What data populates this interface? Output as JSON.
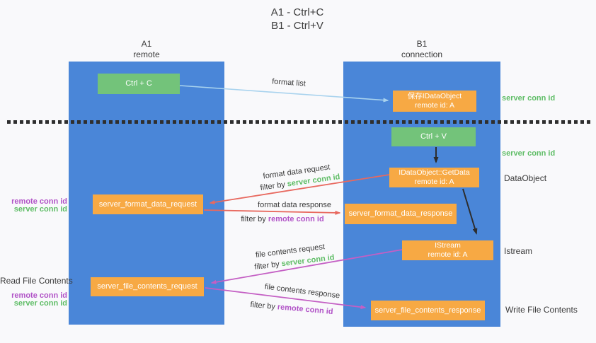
{
  "title": {
    "line1": "A1 - Ctrl+C",
    "line2": "B1 - Ctrl+V"
  },
  "lanes": {
    "left": {
      "title": "A1",
      "subtitle": "remote"
    },
    "right": {
      "title": "B1",
      "subtitle": "connection"
    }
  },
  "nodes": {
    "ctrl_c": {
      "label": "Ctrl + C"
    },
    "ctrl_v": {
      "label": "Ctrl + V"
    },
    "save_idataobject": {
      "line1": "保存IDataObject",
      "line2": "remote id: A"
    },
    "getdata": {
      "line1": "IDataObject::GetData",
      "line2": "remote id: A"
    },
    "istream": {
      "line1": "IStream",
      "line2": "remote id: A"
    },
    "server_format_data_request": {
      "label": "server_format_data_request"
    },
    "server_format_data_response": {
      "label": "server_format_data_response"
    },
    "server_file_contents_request": {
      "label": "server_file_contents_request"
    },
    "server_file_contents_response": {
      "label": "server_file_contents_response"
    }
  },
  "left_annotations": {
    "format": {
      "remote_conn": "remote conn id",
      "server_conn": "server conn id"
    },
    "file": {
      "title": "Read File Contents",
      "remote_conn": "remote conn id",
      "server_conn": "server conn id"
    }
  },
  "right_annotations": {
    "save_server_conn": "server conn id",
    "paste_server_conn": "server conn id",
    "dataobject": "DataObject",
    "istream": "Istream",
    "write_file": "Write File Contents"
  },
  "arrows": {
    "format_list": {
      "label": "format list"
    },
    "format_data_request": {
      "label": "format data request",
      "filter_prefix": "filter by ",
      "filter_id": "server conn id"
    },
    "format_data_response": {
      "label": "format data response",
      "filter_prefix": "filter by ",
      "filter_id": "remote conn id"
    },
    "file_contents_request": {
      "label": "file contents request",
      "filter_prefix": "filter by ",
      "filter_id": "server conn id"
    },
    "file_contents_response": {
      "label": "file contents response",
      "filter_prefix": "filter by ",
      "filter_id": "remote conn id"
    }
  },
  "colors": {
    "lane_blue": "#4a86d8",
    "node_green": "#73c37a",
    "node_orange": "#f7a944",
    "arrow_blue": "#a9d3ee",
    "arrow_red": "#e8695f",
    "arrow_magenta": "#c45fc4",
    "arrow_black": "#2d2d2d",
    "text_green": "#5fbd66",
    "text_purple": "#b153c7",
    "text_dark": "#3a3a3a"
  }
}
